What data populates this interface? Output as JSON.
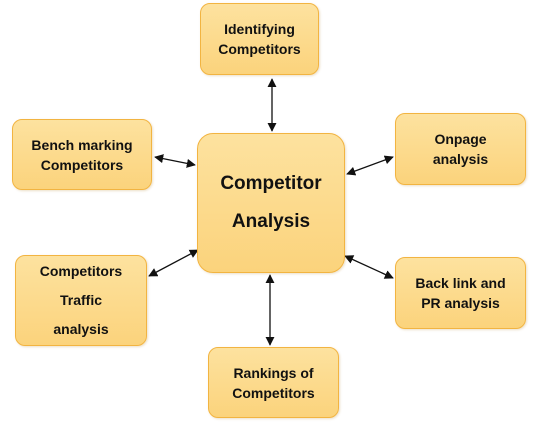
{
  "nodes": {
    "center": [
      "Competitor",
      "Analysis"
    ],
    "identify": [
      "Identifying",
      "Competitors"
    ],
    "bench": [
      "Bench marking",
      "Competitors"
    ],
    "onpage": [
      "Onpage",
      "analysis"
    ],
    "traffic": [
      "Competitors",
      "Traffic",
      "analysis"
    ],
    "backlink": [
      "Back link and",
      "PR analysis"
    ],
    "rankings": [
      "Rankings of",
      "Competitors"
    ]
  },
  "colors": {
    "fill": "#fcd98a",
    "border": "#f2b441",
    "arrow": "#111111"
  }
}
